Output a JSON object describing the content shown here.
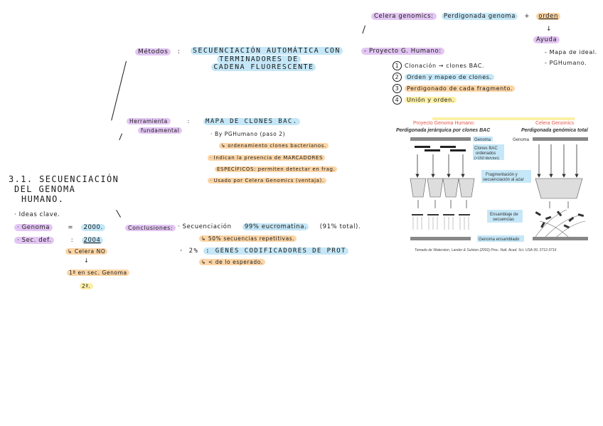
{
  "title": {
    "line1": "3.1. SECUENCIACIÓN",
    "line2": "DEL GENOMA",
    "line3": "HUMANO."
  },
  "left": {
    "ideas": "· Ideas clave.",
    "genoma_label": "· Genoma",
    "genoma_val": "2000.",
    "secdef_label": "· Sec. def.",
    "secdef_val": "2004",
    "celera": "↳ Celera NO",
    "arrow": "↓",
    "primera_sec": "1ª en sec. Genoma",
    "primera_sec2": "2ª."
  },
  "metodos": {
    "label": "Métodos",
    "colon": ":",
    "line1": "SECUENCIACIÓN AUTOMÁTICA CON",
    "line2": "TERMINADORES DE",
    "line3": "CADENA FLUORESCENTE"
  },
  "celera": {
    "label": "Celera genomics:",
    "text": "Perdigonada genoma",
    "plus": "+",
    "orden": "orden",
    "arrow": "↓",
    "ayuda": "Ayuda",
    "item1": "- Mapa de ideal.",
    "item2": "- PGHumano."
  },
  "proyecto": {
    "label": "- Proyecto G. Humano:",
    "steps": [
      {
        "n": "1",
        "text": "Clonación → clones BAC."
      },
      {
        "n": "2",
        "text": "Orden y mapeo de clones."
      },
      {
        "n": "3",
        "text": "Perdigonado de cada fragmento."
      },
      {
        "n": "4",
        "text": "Unión y orden."
      }
    ]
  },
  "herramienta": {
    "label1": "Herramienta",
    "label2": "fundamental",
    "colon": ":",
    "mapa": "MAPA DE CLONES BAC.",
    "b1": "· By PGHumano (paso 2)",
    "b1sub": "↳ ordenamiento clones bacterianos.",
    "b2a": "· Indican la presencia de MARCADORES",
    "b2b": "ESPECÍFICOS: permiten detectar en frag.",
    "b3": "· Usado por Celera Genomics (ventaja)."
  },
  "conclusiones": {
    "label": "Conclusiones:",
    "l1a": "· Secuenciación",
    "l1b": "99% eucromatina.",
    "l1c": "(91% total).",
    "l2": "↳ 50% secuencias repetitivas.",
    "l3a": "· 2%",
    "l3b": ": GENES CODIFICADORES DE PROT",
    "l4": "↳ < de lo esperado."
  },
  "figure": {
    "title_left": "Proyecto Genoma Humano:",
    "sub_left": "Perdigonada jerárquica por clones BAC",
    "title_right": "Celera Genomics",
    "sub_right": "Perdigonada genómica total",
    "genoma": "Genoma",
    "genoma_right": "Genoma",
    "clones1": "Clones BAC",
    "clones2": "ordenados",
    "clones3": "(≈150 kb/clon)",
    "frag1": "Fragmentación y",
    "frag2": "secuenciación al azar",
    "ens1": "Ensamblaje de",
    "ens2": "secuencias",
    "gen_ens": "Genoma ensamblado",
    "citation": "Tomado de Waterston, Lander & Sulston (2002) Proc. Natl. Acad. Sci. USA 99, 3712-3716",
    "colors": {
      "left_title": "#e05a4f",
      "right_title": "#e05a4f",
      "label_bg": "#c5e7f7"
    }
  },
  "colors": {
    "purple": "#e3c6f3",
    "blue": "#c5e7f7",
    "orange": "#fbd5a6",
    "yellow": "#fbf0a6"
  }
}
